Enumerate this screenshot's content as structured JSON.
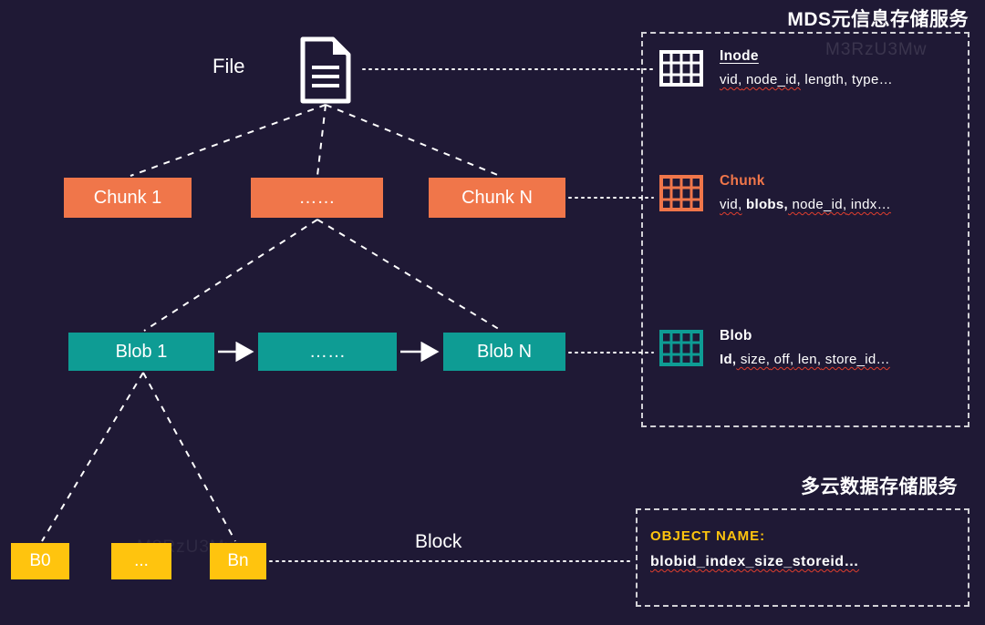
{
  "diagram": {
    "file_label": "File",
    "block_label": "Block",
    "chunks": [
      "Chunk 1",
      "……",
      "Chunk N"
    ],
    "blobs": [
      "Blob 1",
      "……",
      "Blob N"
    ],
    "blocks": [
      "B0",
      "...",
      "Bn"
    ]
  },
  "mds": {
    "title": "MDS元信息存储服务",
    "entries": [
      {
        "name": "Inode",
        "segments": [
          "vid,",
          " node_id,",
          " length, type…"
        ]
      },
      {
        "name": "Chunk",
        "segments": [
          "vid,",
          " blobs,",
          " node_id,",
          " indx…"
        ]
      },
      {
        "name": "Blob",
        "segments": [
          "Id,",
          " size,",
          " off,",
          " len,",
          " store_id…"
        ]
      }
    ]
  },
  "cloud": {
    "title": "多云数据存储服务",
    "object_label": "OBJECT NAME:",
    "object_value": "blobid_index_size_storeid…"
  },
  "watermark": "M3RzU3Mw",
  "colors": {
    "background": "#1F1935",
    "chunk_orange": "#F0764A",
    "blob_teal": "#0E9C94",
    "block_yellow": "#FFC40E",
    "squiggle_red": "#E03E2D",
    "text_white": "#FFFFFF"
  }
}
